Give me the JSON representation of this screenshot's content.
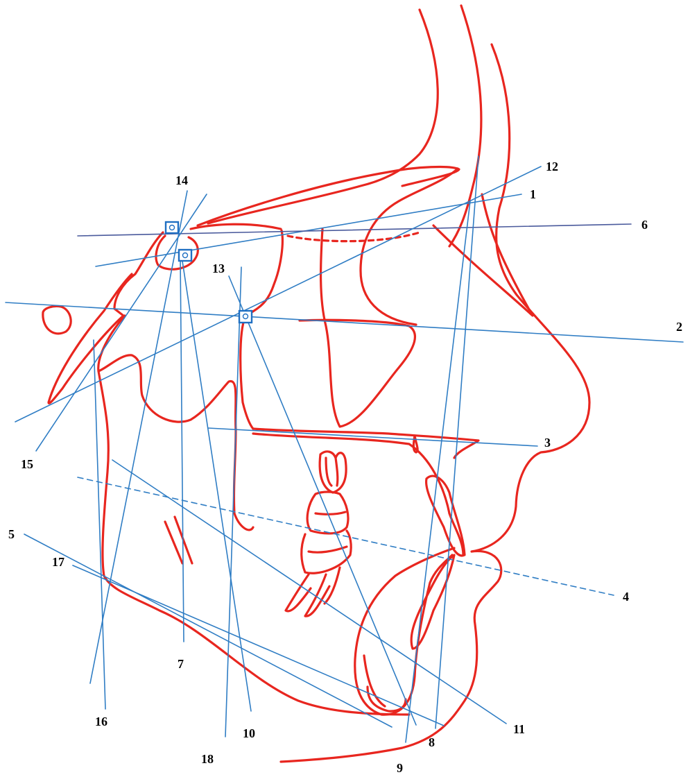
{
  "colors": {
    "tracing": "#e8261f",
    "reference_line": "#2f7dc4",
    "horizontal_reference_6": "#4a5a9c",
    "marker": "#1f6fc2",
    "label": "#000000"
  },
  "reference_lines": [
    {
      "id": "1",
      "label": "1",
      "style": "solid"
    },
    {
      "id": "2",
      "label": "2",
      "style": "solid"
    },
    {
      "id": "3",
      "label": "3",
      "style": "solid"
    },
    {
      "id": "4",
      "label": "4",
      "style": "dashed"
    },
    {
      "id": "5",
      "label": "5",
      "style": "solid"
    },
    {
      "id": "6",
      "label": "6",
      "style": "solid"
    },
    {
      "id": "7",
      "label": "7",
      "style": "solid"
    },
    {
      "id": "8",
      "label": "8",
      "style": "solid"
    },
    {
      "id": "9",
      "label": "9",
      "style": "solid"
    },
    {
      "id": "10",
      "label": "10",
      "style": "solid"
    },
    {
      "id": "11",
      "label": "11",
      "style": "solid"
    },
    {
      "id": "12",
      "label": "12",
      "style": "solid"
    },
    {
      "id": "13",
      "label": "13",
      "style": "solid"
    },
    {
      "id": "14",
      "label": "14",
      "style": "solid"
    },
    {
      "id": "15",
      "label": "15",
      "style": "solid"
    },
    {
      "id": "16",
      "label": "16",
      "style": "solid"
    },
    {
      "id": "17",
      "label": "17",
      "style": "solid"
    },
    {
      "id": "18",
      "label": "18",
      "style": "solid"
    }
  ],
  "landmark_markers": [
    {
      "id": "landmark-1",
      "shape": "square-with-circle"
    },
    {
      "id": "landmark-2",
      "shape": "square-with-circle"
    },
    {
      "id": "landmark-3",
      "shape": "square-with-circle"
    }
  ]
}
